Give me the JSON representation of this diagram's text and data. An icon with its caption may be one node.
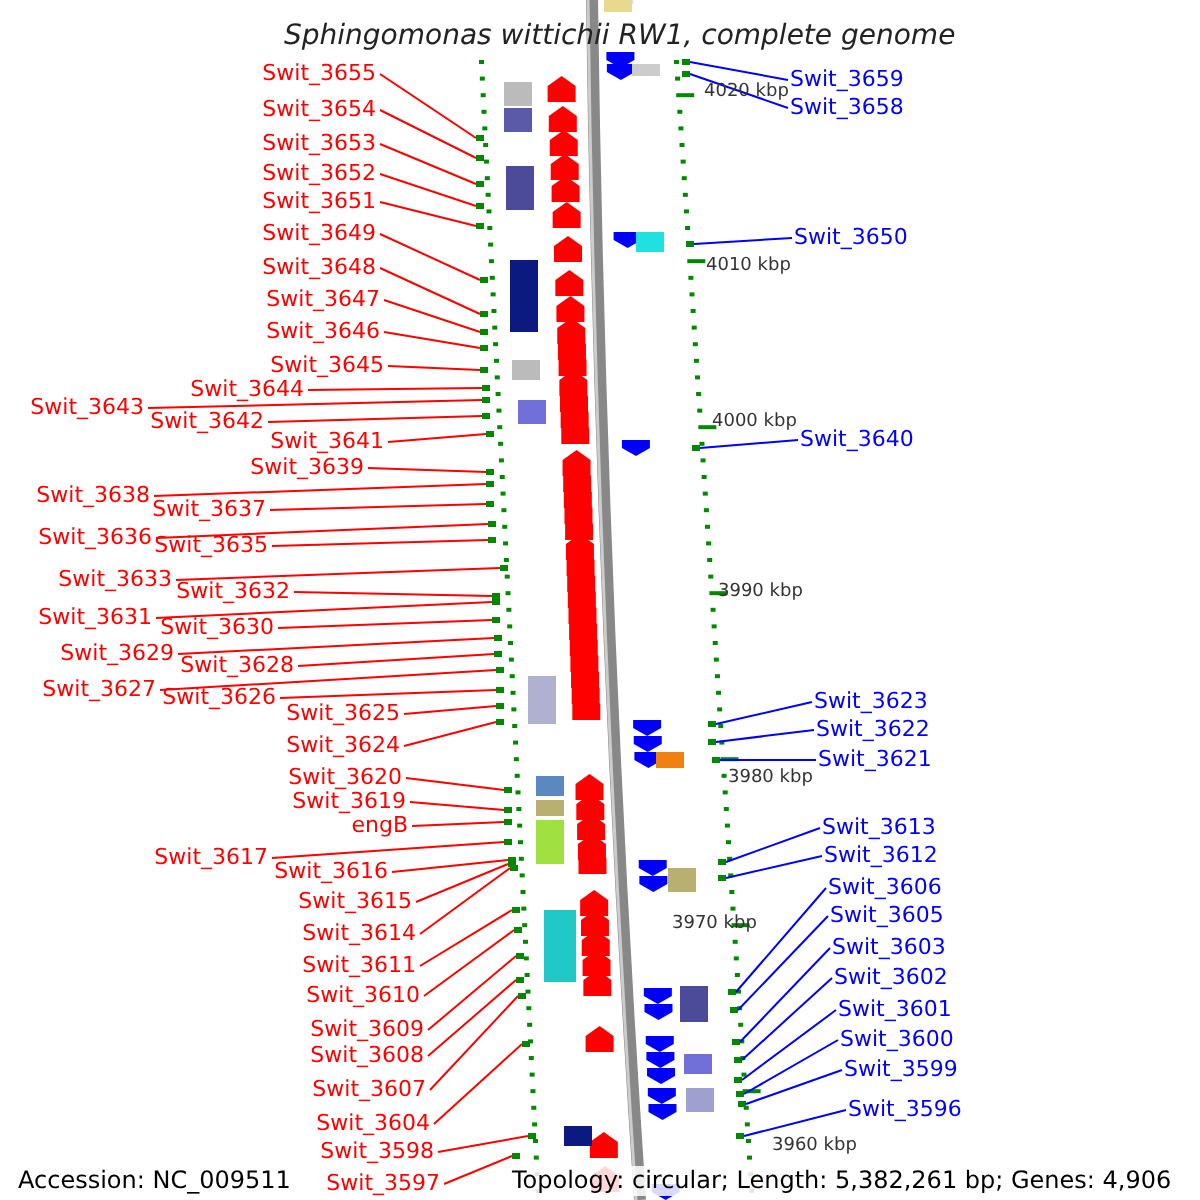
{
  "diagram": {
    "title": "Sphingomonas wittichii RW1, complete genome",
    "nodes": [
      {
        "text": [
          "Swit_3655"
        ]
      },
      {
        "text": [
          "Swit_3654"
        ]
      },
      {
        "text": [
          "Swit_3653"
        ]
      },
      {
        "text": [
          "Swit_3652"
        ]
      },
      {
        "text": [
          "Swit_3651"
        ]
      },
      {
        "text": [
          "Swit_3649"
        ]
      },
      {
        "text": [
          "Swit_3648"
        ]
      },
      {
        "text": [
          "Swit_3647"
        ]
      },
      {
        "text": [
          "Swit_3646"
        ]
      },
      {
        "text": [
          "Swit_3645"
        ]
      },
      {
        "text": [
          "Swit_3644"
        ]
      },
      {
        "text": [
          "Swit_3643"
        ]
      },
      {
        "text": [
          "Swit_3642"
        ]
      },
      {
        "text": [
          "Swit_3641"
        ]
      },
      {
        "text": [
          "Swit_3639"
        ]
      },
      {
        "text": [
          "Swit_3638"
        ]
      },
      {
        "text": [
          "Swit_3637"
        ]
      },
      {
        "text": [
          "Swit_3636"
        ]
      },
      {
        "text": [
          "Swit_3635"
        ]
      },
      {
        "text": [
          "Swit_3633"
        ]
      },
      {
        "text": [
          "Swit_3632"
        ]
      },
      {
        "text": [
          "Swit_3631"
        ]
      },
      {
        "text": [
          "Swit_3630"
        ]
      },
      {
        "text": [
          "Swit_3629"
        ]
      },
      {
        "text": [
          "Swit_3628"
        ]
      },
      {
        "text": [
          "Swit_3627"
        ]
      },
      {
        "text": [
          "Swit_3626"
        ]
      },
      {
        "text": [
          "Swit_3625"
        ]
      },
      {
        "text": [
          "Swit_3624"
        ]
      },
      {
        "text": [
          "Swit_3620"
        ]
      },
      {
        "text": [
          "Swit_3619"
        ]
      },
      {
        "text": [
          "engB"
        ]
      },
      {
        "text": [
          "Swit_3617"
        ]
      },
      {
        "text": [
          "Swit_3616"
        ]
      },
      {
        "text": [
          "Swit_3615"
        ]
      },
      {
        "text": [
          "Swit_3614"
        ]
      },
      {
        "text": [
          "Swit_3611"
        ]
      },
      {
        "text": [
          "Swit_3610"
        ]
      },
      {
        "text": [
          "Swit_3609"
        ]
      },
      {
        "text": [
          "Swit_3608"
        ]
      },
      {
        "text": [
          "Swit_3607"
        ]
      },
      {
        "text": [
          "Swit_3604"
        ]
      },
      {
        "text": [
          "Swit_3598"
        ]
      },
      {
        "text": [
          "Swit_3597"
        ]
      },
      {
        "text": [
          "Swit_3659"
        ]
      },
      {
        "text": [
          "Swit_3658"
        ]
      },
      {
        "text": [
          "Swit_3650"
        ]
      },
      {
        "text": [
          "Swit_3640"
        ]
      },
      {
        "text": [
          "Swit_3623"
        ]
      },
      {
        "text": [
          "Swit_3622"
        ]
      },
      {
        "text": [
          "Swit_3621"
        ]
      },
      {
        "text": [
          "Swit_3613"
        ]
      },
      {
        "text": [
          "Swit_3612"
        ]
      },
      {
        "text": [
          "Swit_3606"
        ]
      },
      {
        "text": [
          "Swit_3605"
        ]
      },
      {
        "text": [
          "Swit_3603"
        ]
      },
      {
        "text": [
          "Swit_3602"
        ]
      },
      {
        "text": [
          "Swit_3601"
        ]
      },
      {
        "text": [
          "Swit_3600"
        ]
      },
      {
        "text": [
          "Swit_3599"
        ]
      },
      {
        "text": [
          "Swit_3596"
        ]
      },
      {
        "text": [],
        "shape": "bar"
      },
      {
        "text": [],
        "shape": "bar"
      },
      {
        "text": [],
        "shape": "bar"
      },
      {
        "text": [],
        "shape": "bar"
      },
      {
        "text": [],
        "shape": "bar"
      },
      {
        "text": [],
        "shape": "bar"
      },
      {
        "text": [],
        "shape": "bar"
      },
      {
        "text": [],
        "shape": "bar"
      },
      {
        "text": [],
        "shape": "bar"
      },
      {
        "text": [],
        "shape": "bar"
      },
      {
        "text": [],
        "shape": "bar"
      },
      {
        "text": [],
        "shape": "bar"
      },
      {
        "text": [],
        "shape": "bar"
      },
      {
        "text": [],
        "shape": "bar"
      },
      {
        "text": [],
        "shape": "bar"
      },
      {
        "text": [],
        "shape": "bar"
      },
      {
        "text": [],
        "shape": "bar"
      },
      {
        "text": [],
        "shape": "bar"
      },
      {
        "text": [],
        "shape": "bar"
      },
      {
        "text": [],
        "shape": "bar"
      },
      {
        "text": [],
        "shape": "bar"
      },
      {
        "text": [],
        "shape": "bar"
      },
      {
        "text": [],
        "shape": "bar"
      },
      {
        "text": [],
        "shape": "bar"
      },
      {
        "text": [],
        "shape": "bar"
      },
      {
        "text": [],
        "shape": "bar"
      },
      {
        "text": [],
        "shape": "bar"
      },
      {
        "text": [],
        "shape": "bar"
      },
      {
        "text": [],
        "shape": "bar"
      },
      {
        "text": [],
        "shape": "bar"
      },
      {
        "text": [],
        "shape": "bar"
      },
      {
        "text": [],
        "shape": "bar"
      },
      {
        "text": [],
        "shape": "bar"
      },
      {
        "text": [],
        "shape": "bar"
      },
      {
        "text": [],
        "shape": "bar"
      },
      {
        "text": [],
        "shape": "bar"
      },
      {
        "text": [],
        "shape": "bar"
      },
      {
        "text": [],
        "shape": "bar"
      },
      {
        "text": [],
        "shape": "bar"
      },
      {
        "text": [],
        "shape": "bar"
      },
      {
        "text": [],
        "shape": "bar"
      },
      {
        "text": [],
        "shape": "bar"
      },
      {
        "text": [],
        "shape": "bar"
      },
      {
        "text": [],
        "shape": "bar"
      },
      {
        "text": [],
        "shape": "bar"
      },
      {
        "text": [],
        "shape": "bar"
      },
      {
        "text": [],
        "shape": "bar"
      },
      {
        "text": [],
        "shape": "bar"
      },
      {
        "text": [],
        "shape": "bar"
      },
      {
        "text": [],
        "shape": "bar"
      },
      {
        "text": [],
        "shape": "bar"
      },
      {
        "text": [],
        "shape": "bar"
      },
      {
        "text": [],
        "shape": "bar"
      },
      {
        "text": [],
        "shape": "bar"
      },
      {
        "text": [],
        "shape": "bar"
      },
      {
        "text": [],
        "shape": "bar"
      },
      {
        "text": [],
        "shape": "bar"
      },
      {
        "text": [],
        "shape": "bar"
      },
      {
        "text": [],
        "shape": "bar"
      },
      {
        "text": [],
        "shape": "bar"
      },
      {
        "text": [],
        "shape": "bar"
      }
    ],
    "edges": [
      {
        "from": 0,
        "to": 61,
        "arrow": "none"
      },
      {
        "from": 1,
        "to": 62,
        "arrow": "none"
      },
      {
        "from": 2,
        "to": 63,
        "arrow": "none"
      },
      {
        "from": 3,
        "to": 64,
        "arrow": "none"
      },
      {
        "from": 4,
        "to": 65,
        "arrow": "none"
      },
      {
        "from": 5,
        "to": 66,
        "arrow": "none"
      },
      {
        "from": 6,
        "to": 67,
        "arrow": "none"
      },
      {
        "from": 7,
        "to": 68,
        "arrow": "none"
      },
      {
        "from": 8,
        "to": 69,
        "arrow": "none"
      },
      {
        "from": 9,
        "to": 70,
        "arrow": "none"
      },
      {
        "from": 10,
        "to": 71,
        "arrow": "none"
      },
      {
        "from": 11,
        "to": 72,
        "arrow": "none"
      },
      {
        "from": 12,
        "to": 73,
        "arrow": "none"
      },
      {
        "from": 13,
        "to": 74,
        "arrow": "none"
      },
      {
        "from": 14,
        "to": 75,
        "arrow": "none"
      },
      {
        "from": 15,
        "to": 76,
        "arrow": "none"
      },
      {
        "from": 16,
        "to": 77,
        "arrow": "none"
      },
      {
        "from": 17,
        "to": 78,
        "arrow": "none"
      },
      {
        "from": 18,
        "to": 79,
        "arrow": "none"
      },
      {
        "from": 19,
        "to": 80,
        "arrow": "none"
      },
      {
        "from": 20,
        "to": 81,
        "arrow": "none"
      },
      {
        "from": 21,
        "to": 82,
        "arrow": "none"
      },
      {
        "from": 22,
        "to": 83,
        "arrow": "none"
      },
      {
        "from": 23,
        "to": 84,
        "arrow": "none"
      },
      {
        "from": 24,
        "to": 85,
        "arrow": "none"
      },
      {
        "from": 25,
        "to": 86,
        "arrow": "none"
      },
      {
        "from": 26,
        "to": 87,
        "arrow": "none"
      },
      {
        "from": 27,
        "to": 88,
        "arrow": "none"
      },
      {
        "from": 28,
        "to": 89,
        "arrow": "none"
      },
      {
        "from": 29,
        "to": 90,
        "arrow": "none"
      },
      {
        "from": 30,
        "to": 91,
        "arrow": "none"
      },
      {
        "from": 31,
        "to": 92,
        "arrow": "none"
      },
      {
        "from": 32,
        "to": 93,
        "arrow": "none"
      },
      {
        "from": 33,
        "to": 94,
        "arrow": "none"
      },
      {
        "from": 34,
        "to": 95,
        "arrow": "none"
      },
      {
        "from": 35,
        "to": 96,
        "arrow": "none"
      },
      {
        "from": 36,
        "to": 97,
        "arrow": "none"
      },
      {
        "from": 37,
        "to": 98,
        "arrow": "none"
      },
      {
        "from": 38,
        "to": 99,
        "arrow": "none"
      },
      {
        "from": 39,
        "to": 100,
        "arrow": "none"
      },
      {
        "from": 40,
        "to": 101,
        "arrow": "none"
      },
      {
        "from": 41,
        "to": 102,
        "arrow": "none"
      },
      {
        "from": 42,
        "to": 103,
        "arrow": "none"
      },
      {
        "from": 43,
        "to": 104,
        "arrow": "none"
      },
      {
        "from": 44,
        "to": 105,
        "arrow": "none",
        "color": "#0000ff"
      },
      {
        "from": 45,
        "to": 106,
        "arrow": "none",
        "color": "#0000ff"
      },
      {
        "from": 46,
        "to": 107,
        "arrow": "none",
        "color": "#0000ff"
      },
      {
        "from": 47,
        "to": 108,
        "arrow": "none",
        "color": "#0000ff"
      },
      {
        "from": 48,
        "to": 109,
        "arrow": "none",
        "color": "#0000ff"
      },
      {
        "from": 49,
        "to": 110,
        "arrow": "none",
        "color": "#0000ff"
      },
      {
        "from": 50,
        "to": 111,
        "arrow": "none",
        "color": "#0000ff"
      },
      {
        "from": 51,
        "to": 112,
        "arrow": "none",
        "color": "#0000ff"
      },
      {
        "from": 52,
        "to": 113,
        "arrow": "none",
        "color": "#0000ff"
      },
      {
        "from": 53,
        "to": 114,
        "arrow": "none",
        "color": "#0000ff"
      },
      {
        "from": 54,
        "to": 115,
        "arrow": "none",
        "color": "#0000ff"
      },
      {
        "from": 55,
        "to": 116,
        "arrow": "none",
        "color": "#0000ff"
      },
      {
        "from": 56,
        "to": 117,
        "arrow": "none",
        "color": "#0000ff"
      },
      {
        "from": 57,
        "to": 118,
        "arrow": "none",
        "color": "#0000ff"
      },
      {
        "from": 58,
        "to": 119,
        "arrow": "none",
        "color": "#0000ff"
      },
      {
        "from": 59,
        "to": 120,
        "arrow": "none",
        "color": "#0000ff"
      },
      {
        "from": 60,
        "to": 121,
        "arrow": "none",
        "color": "#0000ff"
      }
    ],
    "labels": [
      "4020 kbp",
      "4010 kbp",
      "4000 kbp",
      "3990 kbp",
      "3980 kbp",
      "3970 kbp",
      "3960 kbp",
      "Accession: NC_009511",
      "Topology: circular; Length: 5,382,261 bp; Genes: 4,906"
    ]
  }
}
